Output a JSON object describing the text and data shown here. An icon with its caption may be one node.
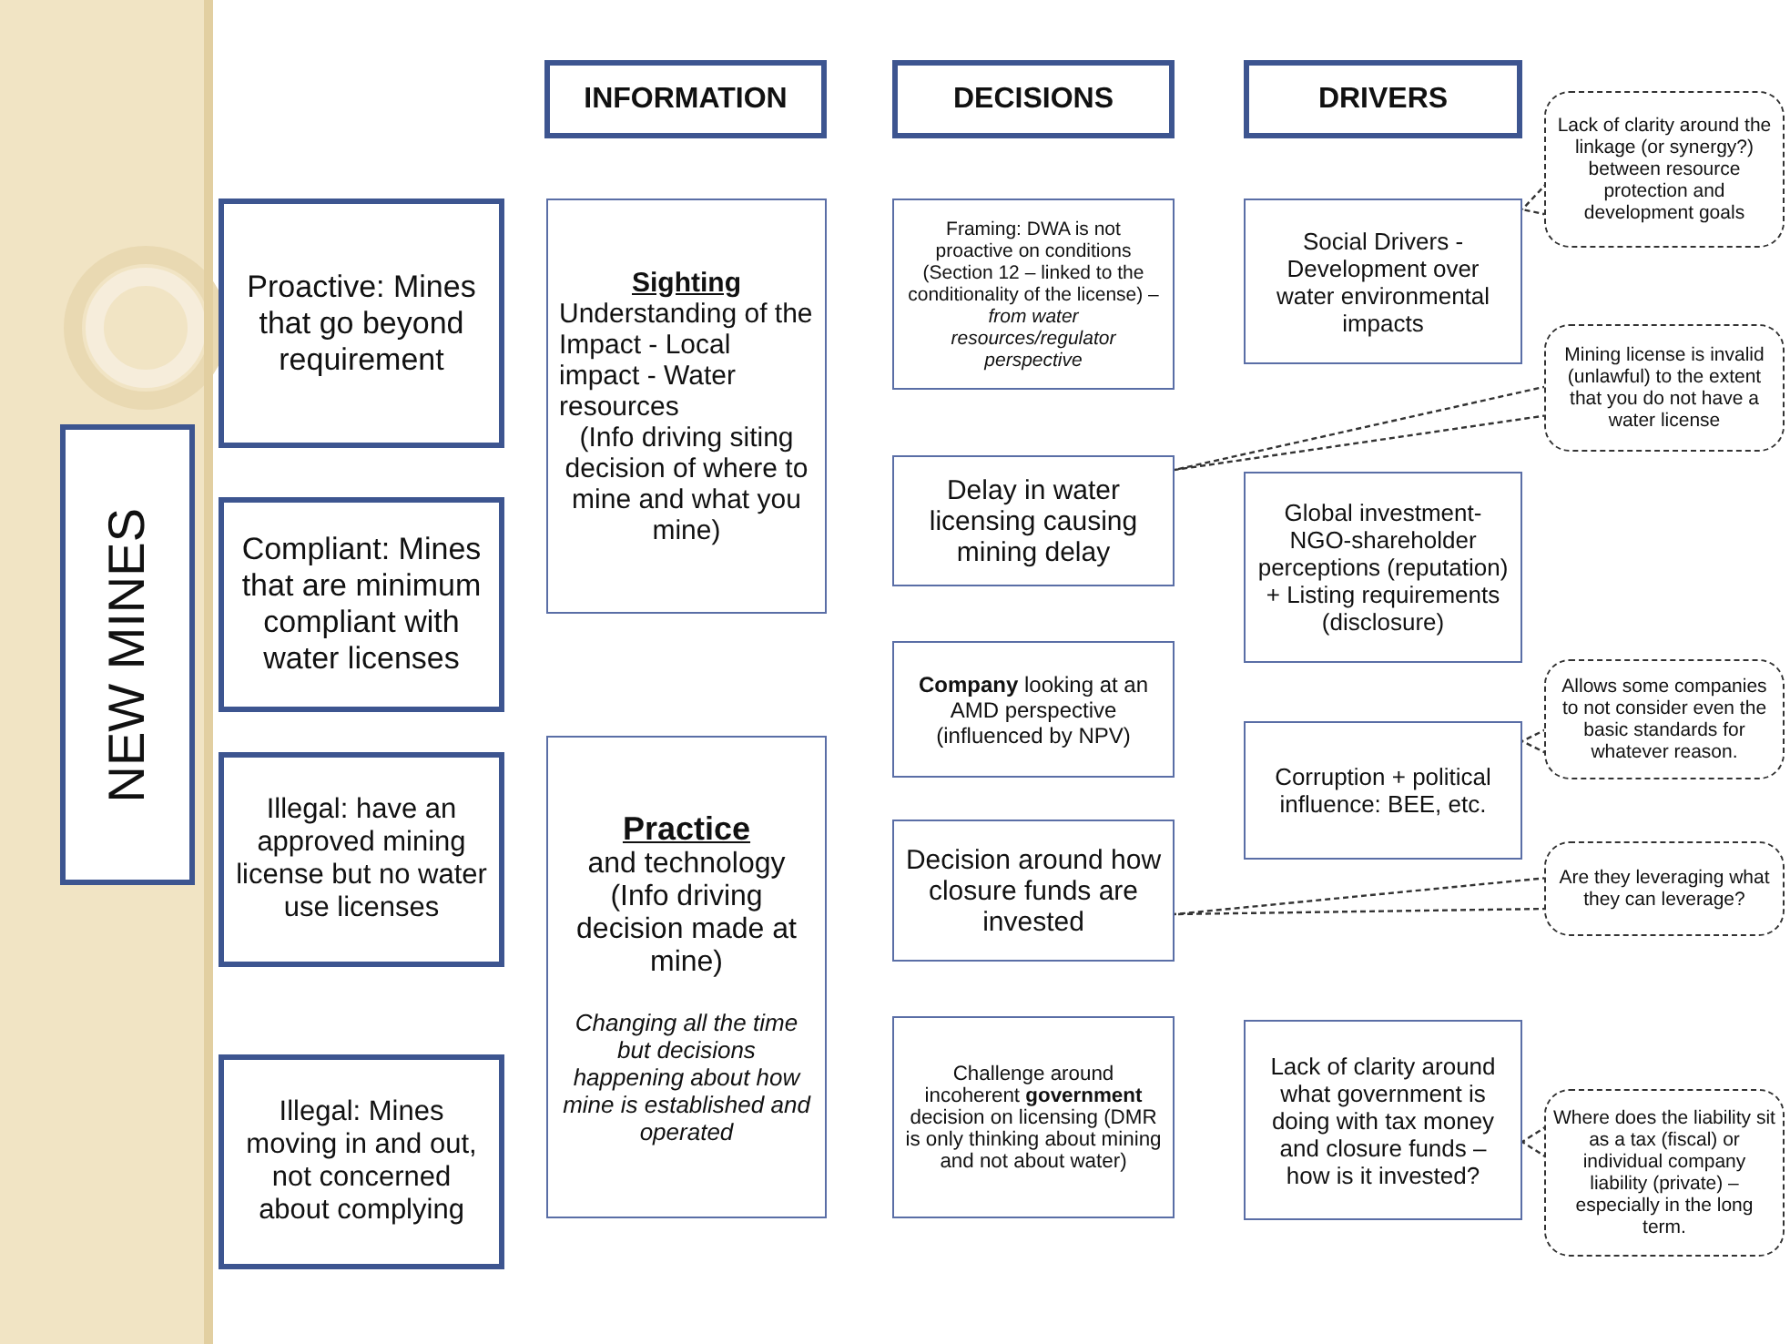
{
  "diagram": {
    "nodes": [
      {
        "text": [
          "NEW MINES"
        ]
      },
      {
        "text": [
          "Proactive: Mines that go beyond requirement"
        ]
      },
      {
        "text": [
          "Compliant: Mines that are minimum compliant with water licenses"
        ]
      },
      {
        "text": [
          "Illegal: have an approved mining license but no water use licenses"
        ]
      },
      {
        "text": [
          "Illegal: Mines moving in and out, not concerned about complying"
        ]
      },
      {
        "text": [
          "INFORMATION"
        ]
      },
      {
        "text": [
          "DECISIONS"
        ]
      },
      {
        "text": [
          "DRIVERS"
        ]
      },
      {
        "text": [
          "Sighting",
          "Understanding of the Impact - Local impact - Water resources",
          "(Info driving siting decision of where to mine and what you mine)"
        ]
      },
      {
        "text": [
          "Practice",
          "and technology (Info driving decision made at mine)",
          "Changing all the time but decisions happening about how mine is established and operated"
        ]
      },
      {
        "text": [
          "Framing: DWA is not proactive on conditions (Section 12 – linked to the conditionality of the license) – *from water resources/regulator perspective*"
        ]
      },
      {
        "text": [
          "Delay in water licensing causing mining delay"
        ]
      },
      {
        "text": [
          "**Company** looking at an AMD perspective (influenced by NPV)"
        ]
      },
      {
        "text": [
          "Decision around how closure funds are invested"
        ]
      },
      {
        "text": [
          "Challenge around incoherent **government** decision on licensing (DMR is only thinking about mining and not about water)"
        ]
      },
      {
        "text": [
          "Social Drivers - Development over water environmental impacts"
        ]
      },
      {
        "text": [
          "Global investment- NGO-shareholder perceptions (reputation) + Listing requirements (disclosure)"
        ]
      },
      {
        "text": [
          "Corruption + political influence: BEE, etc."
        ]
      },
      {
        "text": [
          "Lack of clarity around what government is doing with tax money and closure funds – how is it invested?"
        ]
      },
      {
        "text": [
          "Lack of clarity around the linkage (or synergy?) between resource protection and development goals"
        ]
      },
      {
        "text": [
          "Mining license is invalid (unlawful) to the extent that you do not have a water license"
        ]
      },
      {
        "text": [
          "Allows some companies to not consider even the basic standards for whatever reason."
        ]
      },
      {
        "text": [
          "Are they leveraging what they can leverage?"
        ]
      },
      {
        "text": [
          "Where does the liability sit as a tax (fiscal) or individual company liability (private) – especially in the long term."
        ]
      }
    ],
    "edges": [
      {
        "from": 19,
        "to": 15,
        "arrow": "none",
        "style": "dashed"
      },
      {
        "from": 20,
        "to": 11,
        "arrow": "none",
        "style": "dashed"
      },
      {
        "from": 21,
        "to": 17,
        "arrow": "none",
        "style": "dashed"
      },
      {
        "from": 22,
        "to": 13,
        "arrow": "none",
        "style": "dashed"
      },
      {
        "from": 23,
        "to": 18,
        "arrow": "none",
        "style": "dashed"
      }
    ]
  }
}
